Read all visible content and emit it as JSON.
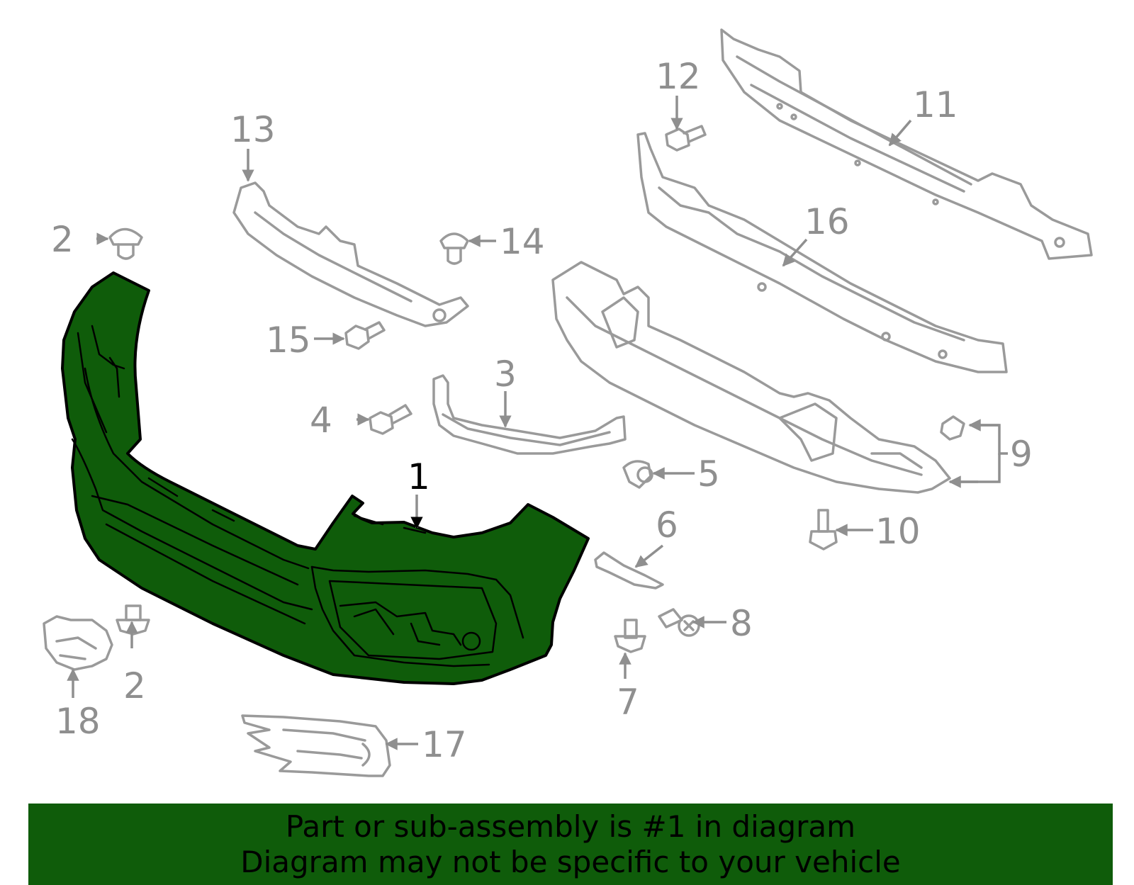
{
  "callouts": {
    "c1": "1",
    "c2a": "2",
    "c2b": "2",
    "c3": "3",
    "c4": "4",
    "c5": "5",
    "c6": "6",
    "c7": "7",
    "c8": "8",
    "c9": "9",
    "c10": "10",
    "c11": "11",
    "c12": "12",
    "c13": "13",
    "c14": "14",
    "c15": "15",
    "c16": "16",
    "c17": "17",
    "c18": "18"
  },
  "banner": {
    "line1": "Part or sub-assembly is #1 in diagram",
    "line2": "Diagram may not be specific to your vehicle"
  },
  "colors": {
    "highlight": "#0f5c0a",
    "part_outline": "#9a9a9a",
    "callout_gray": "#8f8f8f"
  }
}
